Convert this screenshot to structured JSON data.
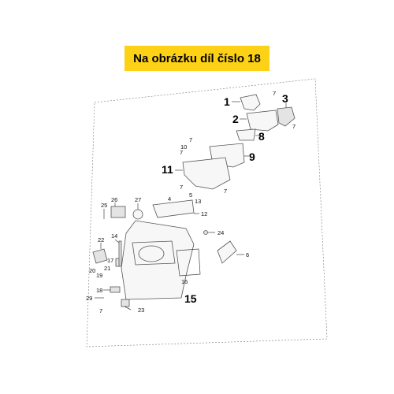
{
  "banner": {
    "text": "Na obrázku díl číslo 18",
    "color": "#fcd116"
  },
  "labels": {
    "p1": "1",
    "p2": "2",
    "p3": "3",
    "p4": "4",
    "p5": "5",
    "p6": "6",
    "p7a": "7",
    "p7b": "7",
    "p7c": "7",
    "p7d": "7",
    "p7e": "7",
    "p7f": "7",
    "p7g": "7",
    "p8": "8",
    "p9": "9",
    "p10": "10",
    "p11": "11",
    "p12": "12",
    "p13": "13",
    "p14": "14",
    "p15": "15",
    "p16": "16",
    "p17": "17",
    "p18": "18",
    "p19": "19",
    "p20": "20",
    "p21": "21",
    "p22": "22",
    "p23": "23",
    "p24": "24",
    "p25": "25",
    "p26": "26",
    "p27": "27",
    "p29": "29"
  }
}
